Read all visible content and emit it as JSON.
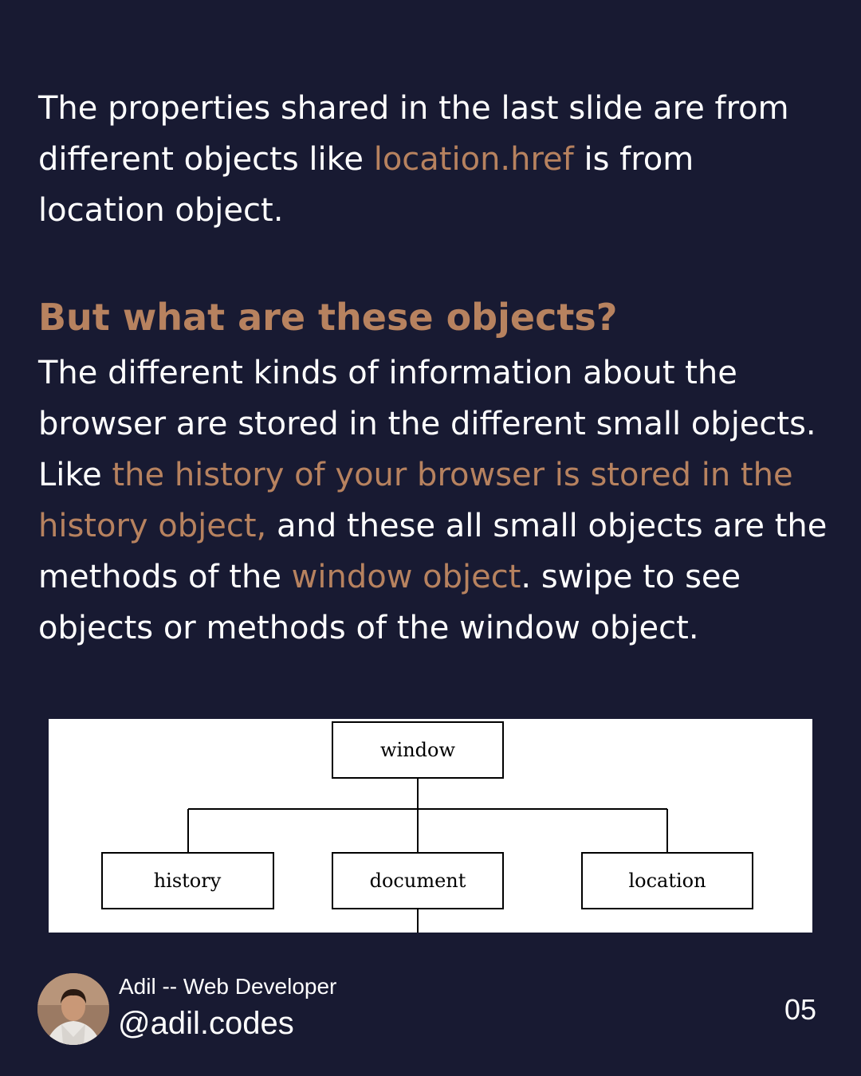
{
  "intro": {
    "part1": "The properties shared in the last slide are from different objects like ",
    "highlight": "location.href",
    "part2": " is from location object."
  },
  "heading": "But what are these objects?",
  "body": {
    "part1": "The different kinds of information about the browser are stored in the different small objects. Like ",
    "highlight1": "the history of your browser is stored in the history object,",
    "part2": " and these all small objects are the methods of the ",
    "highlight2": "window object",
    "part3": ". swipe to see objects or methods of the window object."
  },
  "diagram": {
    "root": "window",
    "children": [
      "history",
      "document",
      "location"
    ]
  },
  "author": {
    "name": "Adil -- Web Developer",
    "handle": "@adil.codes"
  },
  "page_number": "05",
  "colors": {
    "background": "#181a32",
    "accent": "#b7825f",
    "text": "#ffffff"
  }
}
